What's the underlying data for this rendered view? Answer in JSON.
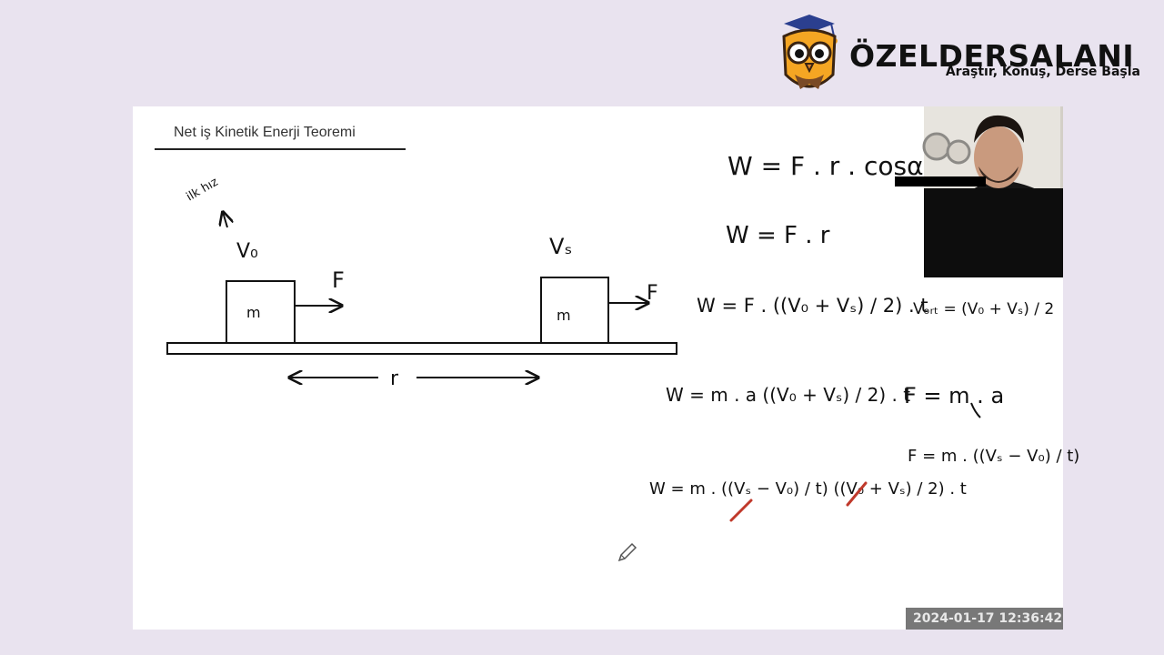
{
  "brand": {
    "name": "ÖZELDERSALANI",
    "tagline": "Araştır, Konuş, Derse Başla",
    "accent_color": "#f5a623",
    "icon": "owl-logo-icon"
  },
  "whiteboard": {
    "title": "Net iş Kinetik Enerji Teoremi",
    "diagram": {
      "note_initial_speed": "ilk hız",
      "v_initial": "V₀",
      "v_final": "Vₛ",
      "block_label": "m",
      "force_label": "F",
      "distance_label": "r"
    },
    "equations": {
      "work_general": "W = F . r . cosα",
      "work_simple": "W = F . r",
      "work_with_avg_velocity": "W = F . ((V₀ + Vₛ) / 2) . t",
      "avg_velocity": "Vₒᵣₜ = (V₀ + Vₛ) / 2",
      "work_with_mass": "W = m . a ((V₀ + Vₛ) / 2) . t",
      "newton_second_law": "F = m . a",
      "force_expanded": "F = m . ((Vₛ − V₀) / t)",
      "work_expanded": "W = m . ((Vₛ − V₀) / t) ((V₀ + Vₛ) / 2) . t"
    }
  },
  "webcam": {
    "label": "presenter-video"
  },
  "timestamp": "2024-01-17  12:36:42"
}
